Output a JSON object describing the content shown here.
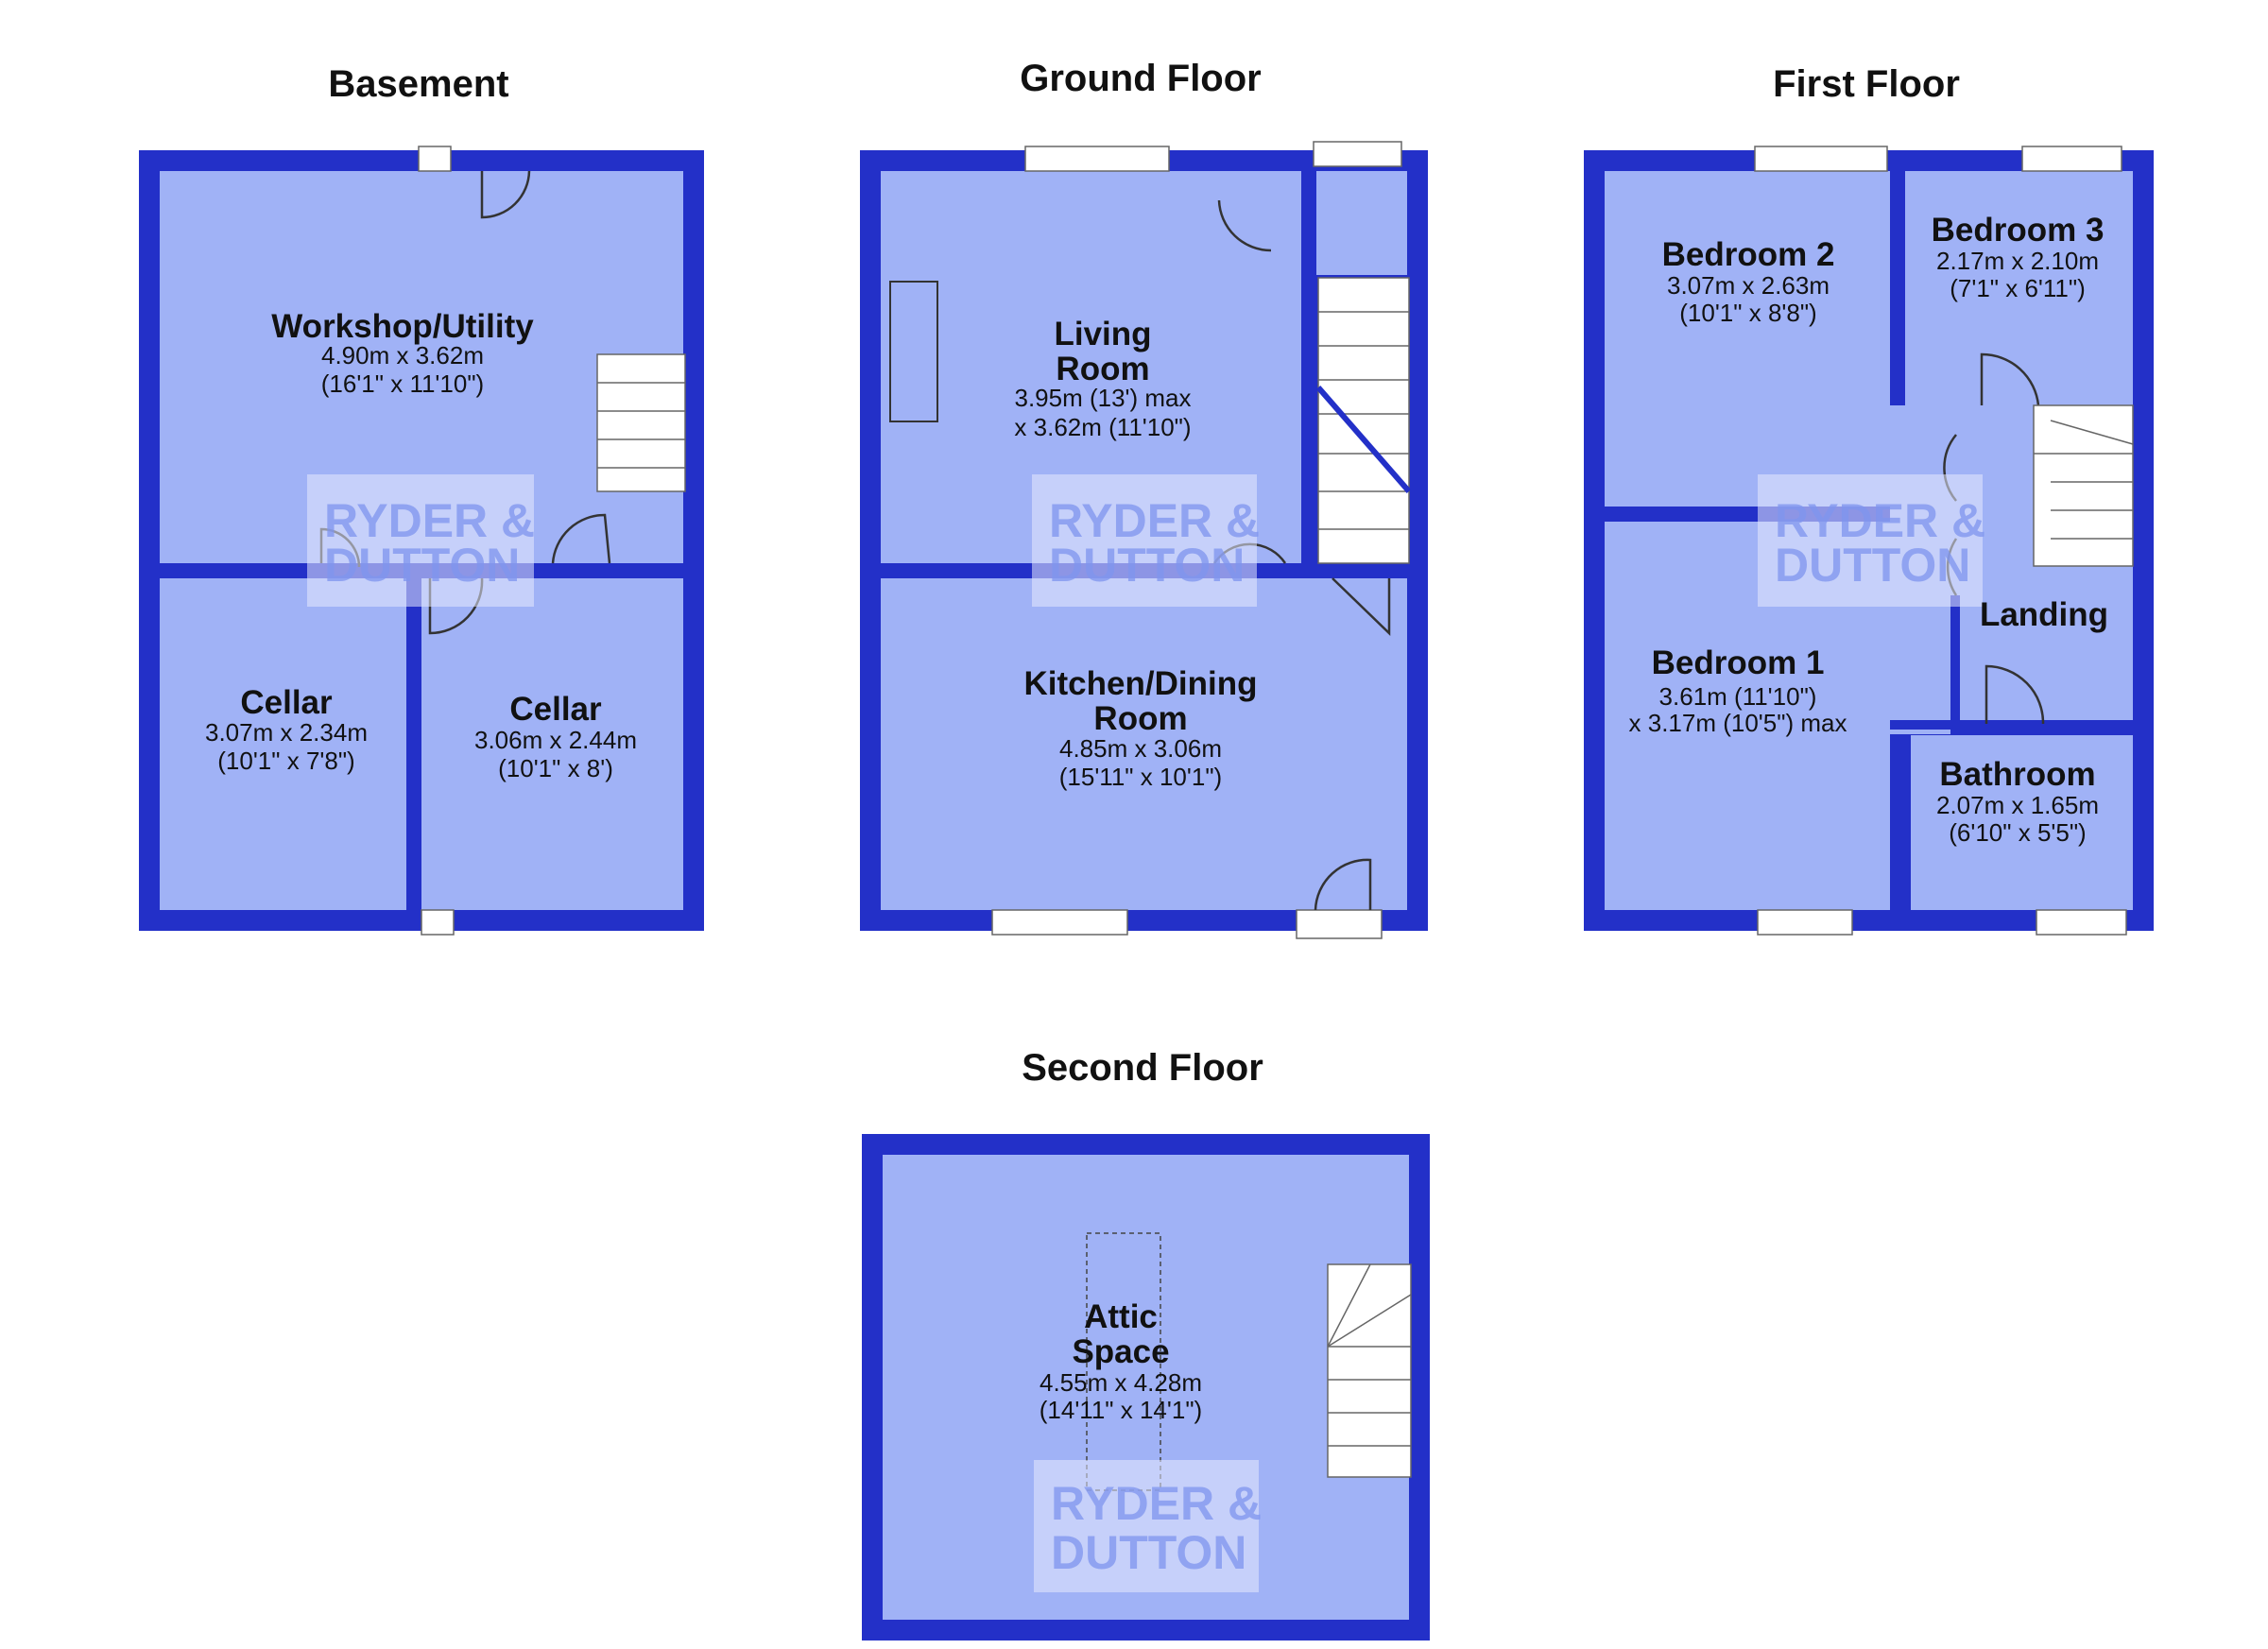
{
  "colors": {
    "wall": "#2330c8",
    "floor": "#a0b2f6"
  },
  "watermark": "RYDER & DUTTON",
  "floors": {
    "basement": {
      "title": "Basement",
      "rooms": [
        {
          "name": "Workshop/Utility",
          "dims": [
            "4.90m x 3.62m",
            "(16'1\" x 11'10\")"
          ]
        },
        {
          "name": "Cellar",
          "dims": [
            "3.07m x 2.34m",
            "(10'1\" x 7'8\")"
          ]
        },
        {
          "name": "Cellar",
          "dims": [
            "3.06m x 2.44m",
            "(10'1\" x 8')"
          ]
        }
      ]
    },
    "ground": {
      "title": "Ground Floor",
      "rooms": [
        {
          "name": [
            "Living",
            "Room"
          ],
          "dims": [
            "3.95m (13') max",
            "x 3.62m (11'10\")"
          ]
        },
        {
          "name": [
            "Kitchen/Dining",
            "Room"
          ],
          "dims": [
            "4.85m x 3.06m",
            "(15'11\" x 10'1\")"
          ]
        }
      ]
    },
    "first": {
      "title": "First Floor",
      "rooms": [
        {
          "name": "Bedroom 2",
          "dims": [
            "3.07m x 2.63m",
            "(10'1\" x 8'8\")"
          ]
        },
        {
          "name": "Bedroom 3",
          "dims": [
            "2.17m x 2.10m",
            "(7'1\" x 6'11\")"
          ]
        },
        {
          "name": "Landing"
        },
        {
          "name": "Bedroom 1",
          "dims": [
            "3.61m (11'10\")",
            "x 3.17m (10'5\") max"
          ]
        },
        {
          "name": "Bathroom",
          "dims": [
            "2.07m x 1.65m",
            "(6'10\" x 5'5\")"
          ]
        }
      ]
    },
    "second": {
      "title": "Second Floor",
      "rooms": [
        {
          "name": [
            "Attic",
            "Space"
          ],
          "dims": [
            "4.55m x 4.28m",
            "(14'11\" x 14'1\")"
          ]
        }
      ]
    }
  }
}
